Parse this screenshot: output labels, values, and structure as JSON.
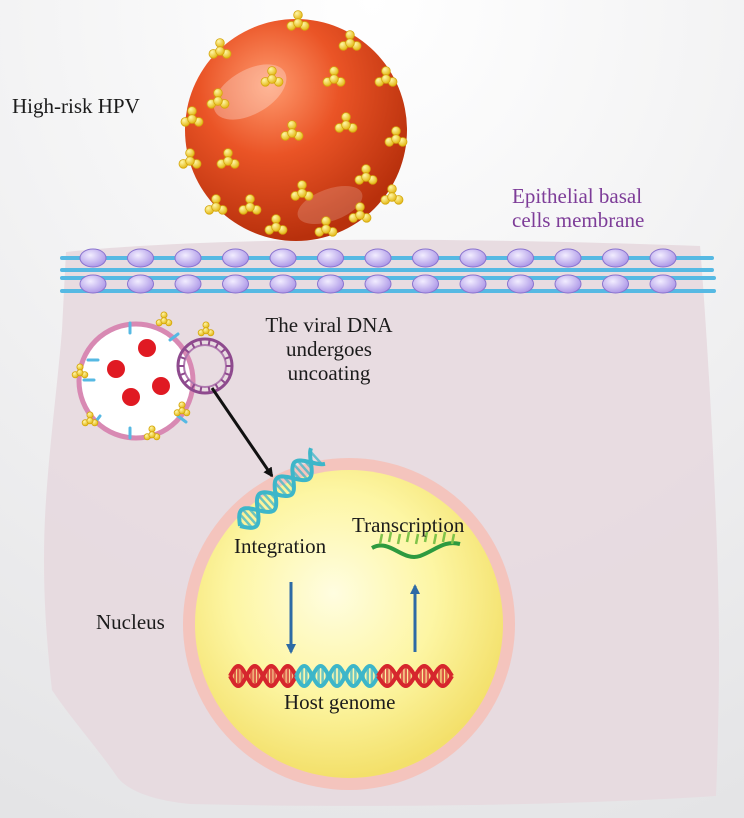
{
  "labels": {
    "virus": "High-risk HPV",
    "membrane_line1": "Epithelial basal",
    "membrane_line2": "cells membrane",
    "uncoating_line1": "The viral DNA",
    "uncoating_line2": "undergoes",
    "uncoating_line3": "uncoating",
    "integration": "Integration",
    "transcription": "Transcription",
    "nucleus": "Nucleus",
    "host_genome": "Host genome"
  },
  "colors": {
    "background": "#f3f3f4",
    "cytoplasm": "#e7dadf",
    "virus_body": "#e4481f",
    "capsomere": "#f2d41c",
    "membrane_rail": "#56b9e3",
    "membrane_bead": "#c9b8ef",
    "membrane_label": "#7d3c98",
    "vesicle_rim": "#d889b3",
    "vesicle_dot": "#e01a23",
    "viral_dna_ring": "#8e4a8e",
    "nucleus_fill": "#fbf39a",
    "nucleus_rim": "#f2a9a0",
    "integration_dna": "#3db6c9",
    "host_dna": "#d6262d",
    "mrna": "#2d9a3f",
    "arrow_blue": "#2d6aa5",
    "arrow_black": "#111111"
  },
  "icons": [
    "hpv-virion",
    "lipid-bilayer",
    "endocytic-vesicle",
    "circular-viral-dna",
    "dna-double-helix",
    "mrna-strand"
  ]
}
